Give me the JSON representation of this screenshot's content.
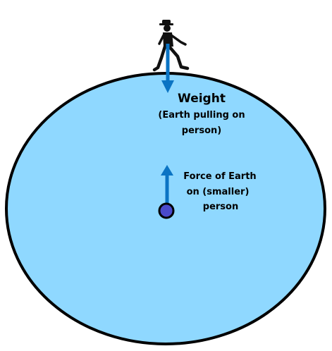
{
  "labels": {
    "weight_title": "Weight",
    "weight_line1": "(Earth pulling on",
    "weight_line2": "person)",
    "force_line1": "Force of Earth",
    "force_line2": "on (smaller)",
    "force_line3": "person"
  },
  "icons": {
    "person": "walking-person-icon",
    "center": "earth-center-dot-icon"
  },
  "colors": {
    "earth_fill": "#8fd8ff",
    "earth_stroke": "#000000",
    "arrow": "#0b74c4",
    "center_dot": "#4a4acb"
  }
}
